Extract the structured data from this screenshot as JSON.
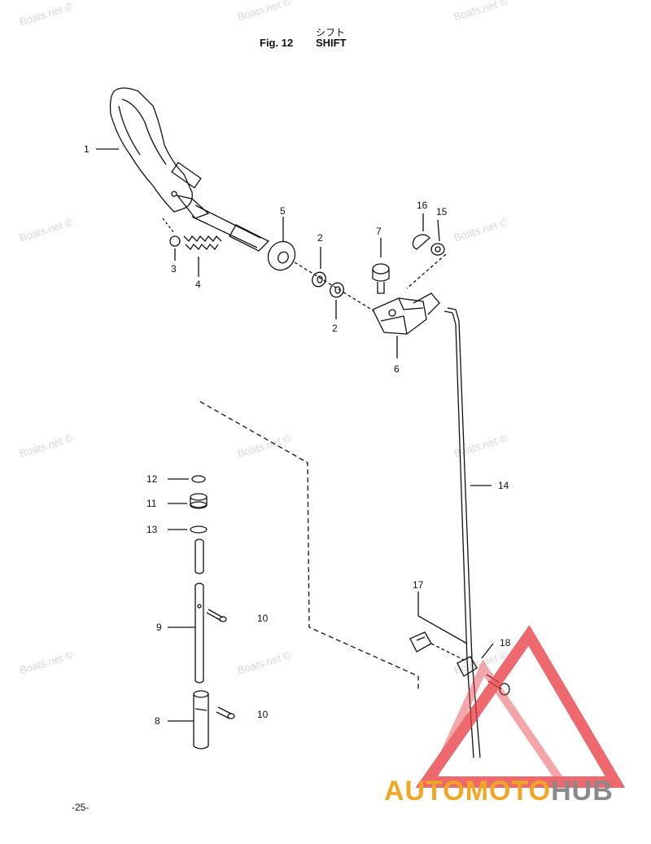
{
  "header": {
    "fig_label": "Fig. 12",
    "title_jp": "シフト",
    "title_en": "SHIFT"
  },
  "watermark": "Boats.net ©",
  "callouts": [
    "1",
    "2",
    "2",
    "3",
    "4",
    "5",
    "6",
    "7",
    "8",
    "9",
    "10",
    "10",
    "11",
    "12",
    "13",
    "14",
    "15",
    "16",
    "17",
    "18"
  ],
  "page_number": "-25-",
  "logo": {
    "part1": "AUTO",
    "part2": "MOTO",
    "part3": "HUB",
    "colors": {
      "orange": "#f2a623",
      "red": "#e8383d",
      "gray": "#8a8a8a"
    }
  }
}
